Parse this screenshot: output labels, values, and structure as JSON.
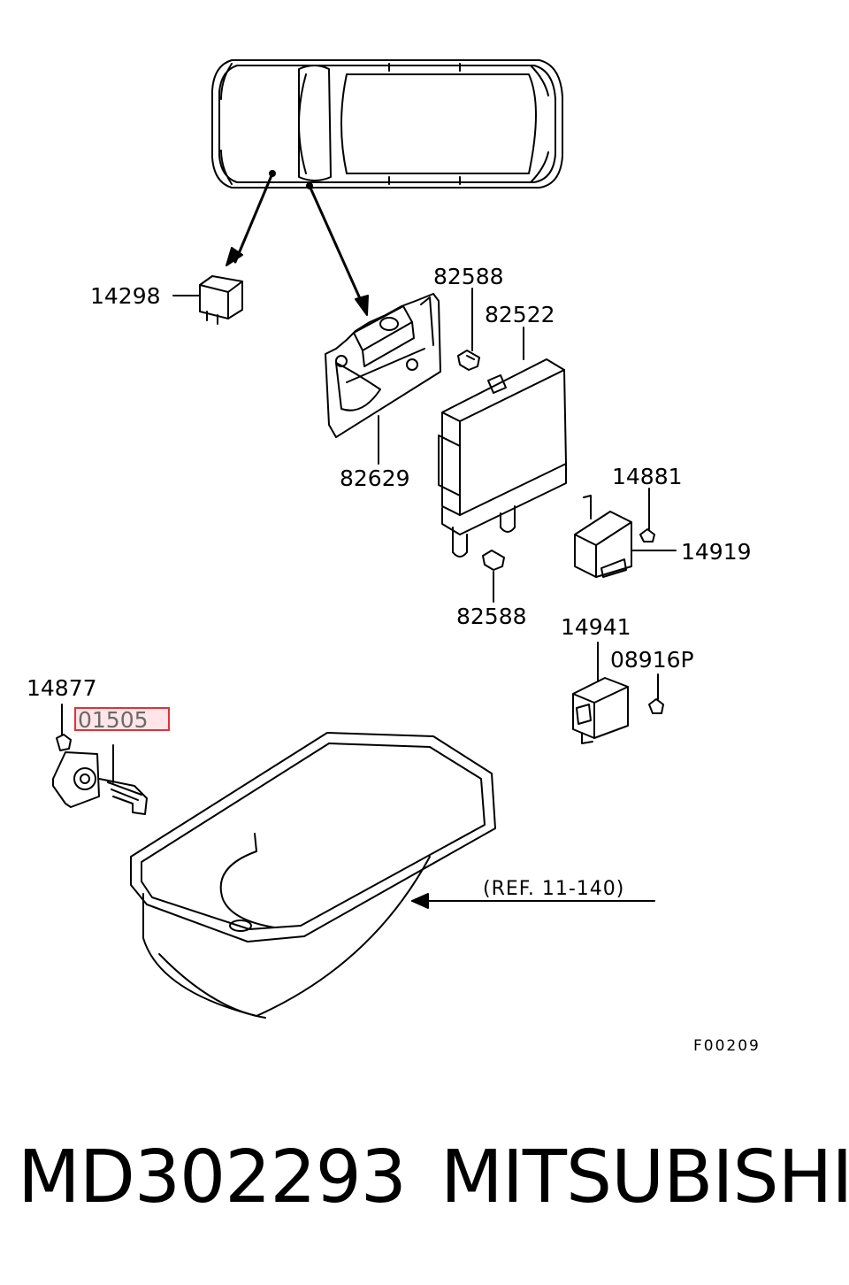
{
  "diagram": {
    "callouts": [
      {
        "id": "14298",
        "text": "14298"
      },
      {
        "id": "82588a",
        "text": "82588"
      },
      {
        "id": "82522",
        "text": "82522"
      },
      {
        "id": "82629",
        "text": "82629"
      },
      {
        "id": "14881",
        "text": "14881"
      },
      {
        "id": "14919",
        "text": "14919"
      },
      {
        "id": "82588b",
        "text": "82588"
      },
      {
        "id": "14941",
        "text": "14941"
      },
      {
        "id": "08916P",
        "text": "08916P"
      },
      {
        "id": "14877",
        "text": "14877"
      },
      {
        "id": "01505",
        "text": "01505",
        "highlighted": true
      }
    ],
    "reference": "(REF. 11-140)",
    "figure_code": "F00209",
    "highlight_color": "#e0333a"
  },
  "footer": {
    "part_number": "MD302293",
    "brand": "MITSUBISHI"
  }
}
